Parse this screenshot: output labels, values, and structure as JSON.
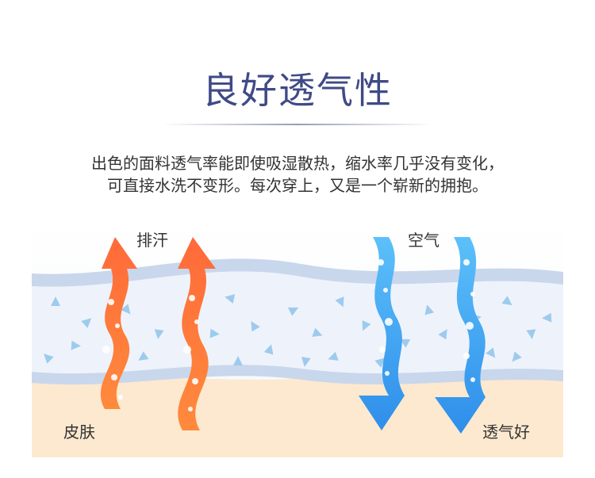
{
  "header": {
    "title": "良好透气性"
  },
  "description": {
    "line1": "出色的面料透气率能即使吸湿散热，缩水率几乎没有变化，",
    "line2": "可直接水洗不变形。每次穿上，又是一个崭新的拥抱。"
  },
  "illustration": {
    "label_sweat": "排汗",
    "label_skin": "皮肤",
    "label_air": "空气",
    "label_breathable": "透气好",
    "colors": {
      "skin": "#fde9cf",
      "fabric_edge": "#c9d7ec",
      "fabric_fill": "#eef3fb",
      "fiber": "#8fc3ea",
      "arrow_orange": "#ff7a3d",
      "arrow_blue": "#3fa6f2"
    }
  }
}
